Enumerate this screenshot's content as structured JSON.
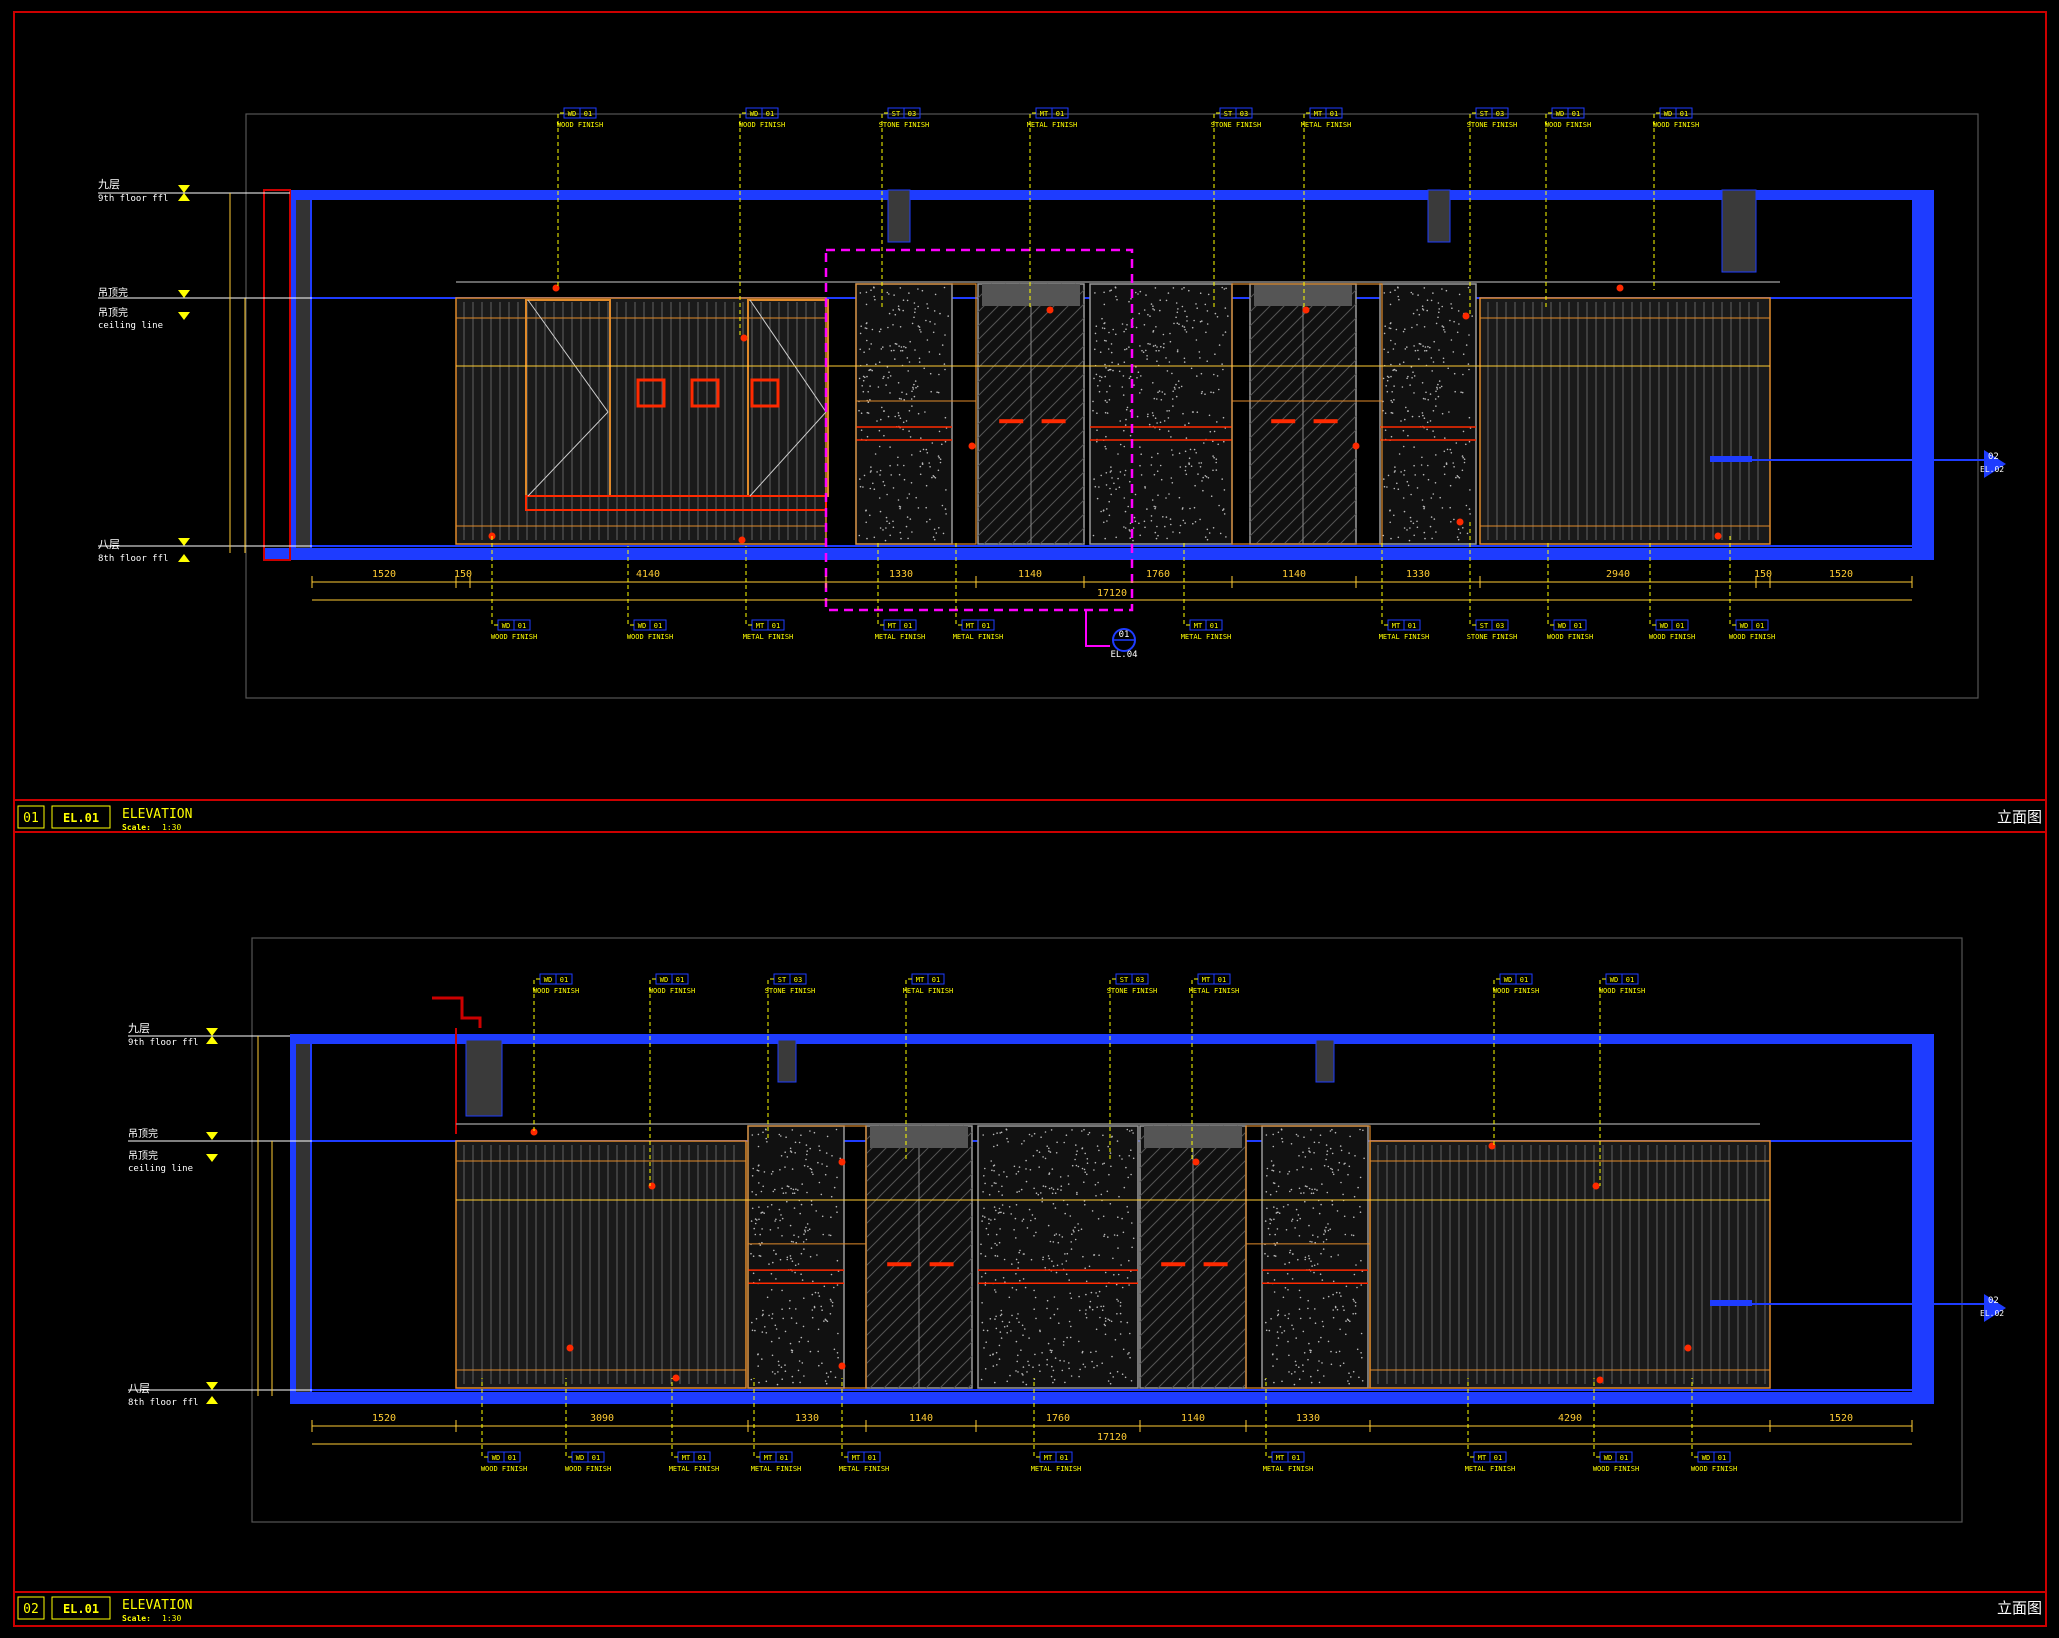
{
  "colors": {
    "background": "#000000",
    "frame": "#cc0000",
    "wall": "#1e3cff",
    "text": "#ffff00",
    "dim": "#ffcc33",
    "panel": "#e08a2a",
    "highlight": "#ff00ff",
    "marker": "#ff2a00",
    "grey": "#4a4a4a"
  },
  "levels": {
    "floor9_cn": "九层",
    "floor9_en": "9th floor ffl",
    "ceiling_cn": "吊顶完",
    "ceiling_en": "ceiling line",
    "floor8_cn": "八层",
    "floor8_en": "8th floor ffl"
  },
  "tags": {
    "wd": "WD",
    "wd_no": "01",
    "wood": "WOOD FINISH",
    "mt": "MT",
    "mt_no": "01",
    "metal": "METAL FINISH",
    "st": "ST",
    "st_no": "03",
    "stone": "STONE FINISH"
  },
  "callouts": {
    "detail_no": "01",
    "detail_ref": "EL.04",
    "section_no": "02",
    "section_ref": "EL.02"
  },
  "view1": {
    "total": "17120",
    "dims_bottom": [
      "1520",
      "150",
      "4140",
      "1330",
      "1140",
      "1760",
      "1140",
      "1330",
      "2940",
      "150",
      "1520"
    ],
    "title_no": "01",
    "title_code": "EL.01",
    "title": "ELEVATION",
    "scale_label": "Scale:",
    "scale": "1:30",
    "title_cn": "立面图"
  },
  "view2": {
    "total": "17120",
    "dims_bottom": [
      "1520",
      "3090",
      "1330",
      "1140",
      "1760",
      "1140",
      "1330",
      "4290",
      "1520"
    ],
    "title_no": "02",
    "title_code": "EL.01",
    "title": "ELEVATION",
    "scale_label": "Scale:",
    "scale": "1:30",
    "title_cn": "立面图"
  }
}
